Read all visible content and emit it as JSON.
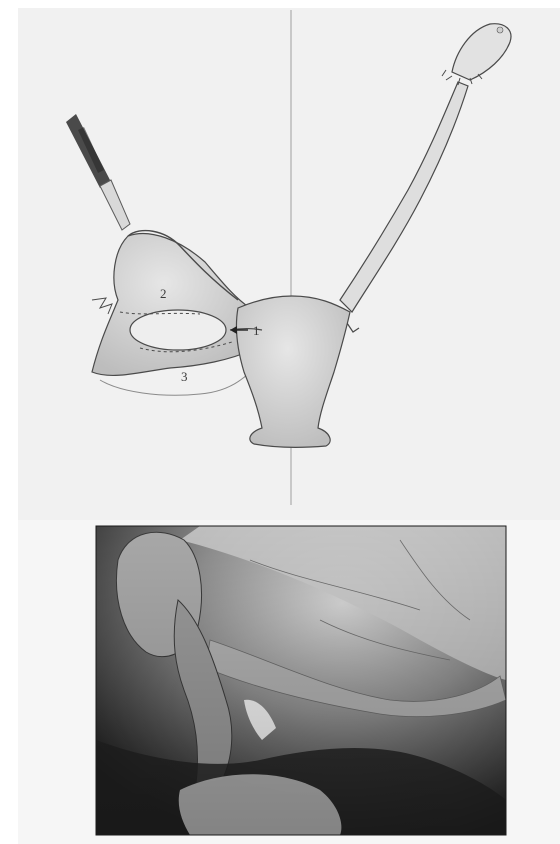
{
  "illustration": {
    "labels": {
      "one": "1",
      "two": "2",
      "three": "3"
    }
  },
  "photo": {
    "subject": "laparoscopic-view"
  },
  "colors": {
    "paper": "#f2f2f2",
    "ink": "#3a3a3a",
    "photo_dark": "#141414",
    "photo_mid": "#8a8a8a"
  }
}
